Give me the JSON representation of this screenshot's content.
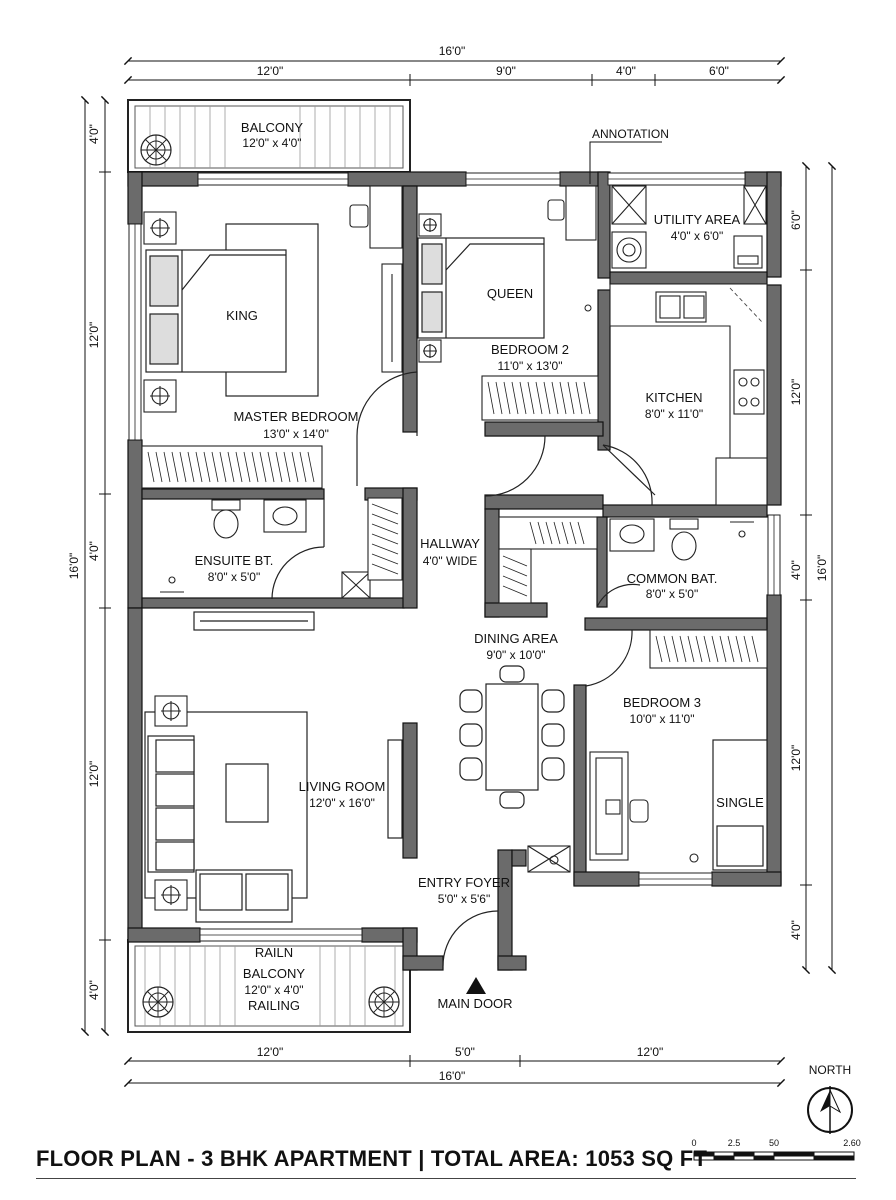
{
  "title": "FLOOR PLAN - 3 BHK APARTMENT | TOTAL AREA: 1053 SQ FT",
  "annotation_label": "ANNOTATION",
  "north_label": "NORTH",
  "scale_bar": {
    "labels": [
      "0",
      "2.5",
      "50",
      "2.60"
    ]
  },
  "rooms": {
    "balcony_top": {
      "name": "BALCONY",
      "dims": "12'0\" x 4'0\""
    },
    "master_bedroom": {
      "name": "MASTER BEDROOM",
      "dims": "13'0\" x 14'0\"",
      "bed": "KING"
    },
    "bedroom2": {
      "name": "BEDROOM 2",
      "dims": "11'0\" x 13'0\"",
      "bed": "QUEEN"
    },
    "utility": {
      "name": "UTILITY AREA",
      "dims": "4'0\" x 6'0\""
    },
    "kitchen": {
      "name": "KITCHEN",
      "dims": "8'0\" x 11'0\""
    },
    "ensuite": {
      "name": "ENSUITE BT.",
      "dims": "8'0\" x 5'0\""
    },
    "hallway": {
      "name": "HALLWAY",
      "dims": "4'0\" WIDE"
    },
    "common_bath": {
      "name": "COMMON BAT.",
      "dims": "8'0\" x 5'0\""
    },
    "dining": {
      "name": "DINING AREA",
      "dims": "9'0\" x 10'0\""
    },
    "bedroom3": {
      "name": "BEDROOM 3",
      "dims": "10'0\" x 11'0\"",
      "bed": "SINGLE"
    },
    "living": {
      "name": "LIVING ROOM",
      "dims": "12'0\" x 16'0\""
    },
    "entry": {
      "name": "ENTRY FOYER",
      "dims": "5'0\" x 5'6\""
    },
    "balcony_bottom": {
      "top": "RAILN",
      "name": "BALCONY",
      "dims": "12'0\" x 4'0\"",
      "bottom": "RAILING"
    }
  },
  "main_door": "MAIN DOOR",
  "dimensions": {
    "top_total": "16'0\"",
    "top_segments": [
      "12'0\"",
      "9'0\"",
      "4'0\"",
      "6'0\""
    ],
    "bottom_segments": [
      "12'0\"",
      "5'0\"",
      "12'0\""
    ],
    "bottom_total": "16'0\"",
    "left_segments": [
      "4'0\"",
      "12'0\"",
      "4'0\"",
      "12'0\"",
      "4'0\""
    ],
    "left_total": "16'0\"",
    "right_segments": [
      "6'0\"",
      "12'0\"",
      "4'0\"",
      "12'0\"",
      "4'0\""
    ],
    "right_total": "16'0\""
  }
}
